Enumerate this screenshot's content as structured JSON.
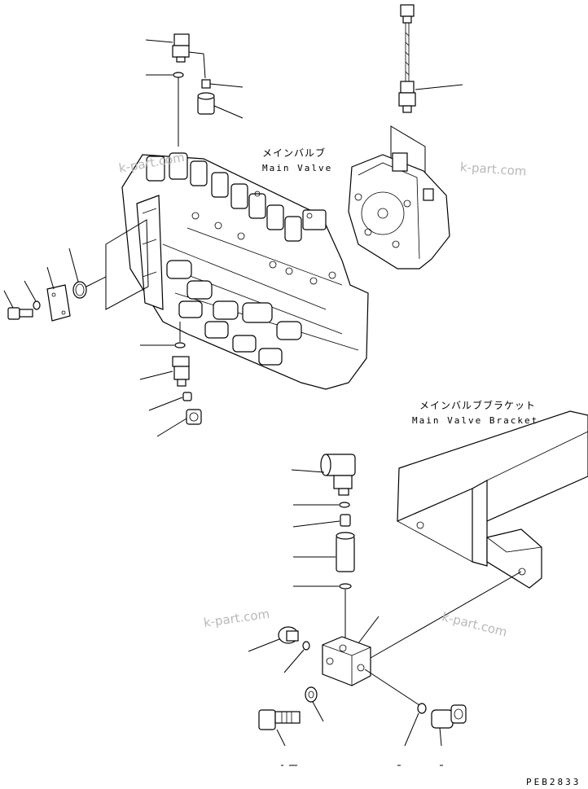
{
  "labels": {
    "main_valve_jp": "メインバルブ",
    "main_valve_en": "Main Valve",
    "bracket_jp": "メインバルブブラケット",
    "bracket_en": "Main Valve Bracket",
    "drawing_code": "PEB2833"
  },
  "watermark": "k-part.com"
}
